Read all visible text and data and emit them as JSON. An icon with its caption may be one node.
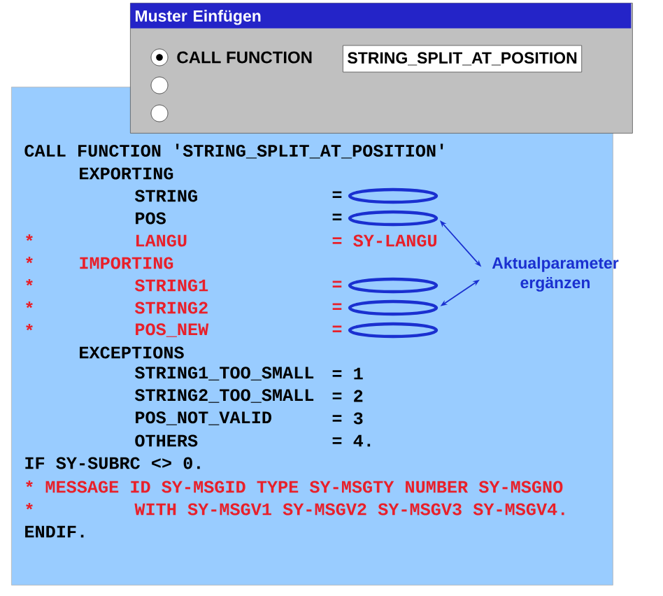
{
  "diagram": {
    "nodes": [
      {
        "text": [
          "Muster Einfügen"
        ]
      },
      {
        "text": [
          "STRING_SPLIT_AT_POSITION"
        ],
        "in": 0
      },
      {
        "text": [],
        "shape": "box"
      },
      {
        "text": [],
        "shape": "ellipse",
        "in": 2
      },
      {
        "text": [],
        "shape": "ellipse",
        "in": 2
      },
      {
        "text": [],
        "shape": "ellipse",
        "in": 2
      },
      {
        "text": [],
        "shape": "ellipse",
        "in": 2
      },
      {
        "text": [],
        "shape": "ellipse",
        "in": 2
      },
      {
        "text": [
          "Aktualparameter ergänzen"
        ],
        "in": 2
      }
    ],
    "edges": [
      {
        "from": 8,
        "to": 4,
        "arrow": "both"
      },
      {
        "from": 8,
        "to": 6,
        "arrow": "both"
      }
    ],
    "labels": [
      "CALL FUNCTION",
      "CALL FUNCTION 'STRING_SPLIT_AT_POSITION'",
      "EXPORTING",
      "STRING",
      "=",
      "POS",
      "=",
      "*",
      "LANGU",
      "= SY-LANGU",
      "*",
      "IMPORTING",
      "*",
      "STRING1",
      "=",
      "*",
      "STRING2",
      "=",
      "*",
      "POS_NEW",
      "=",
      "EXCEPTIONS",
      "STRING1_TOO_SMALL",
      "= 1",
      "STRING2_TOO_SMALL",
      "= 2",
      "POS_NOT_VALID",
      "= 3",
      "OTHERS",
      "= 4.",
      "IF SY-SUBRC <> 0.",
      "*",
      "MESSAGE ID SY-MSGID TYPE SY-MSGTY NUMBER SY-MSGNO",
      "*",
      "WITH SY-MSGV1 SY-MSGV2 SY-MSGV3 SY-MSGV4.",
      "ENDIF."
    ]
  }
}
